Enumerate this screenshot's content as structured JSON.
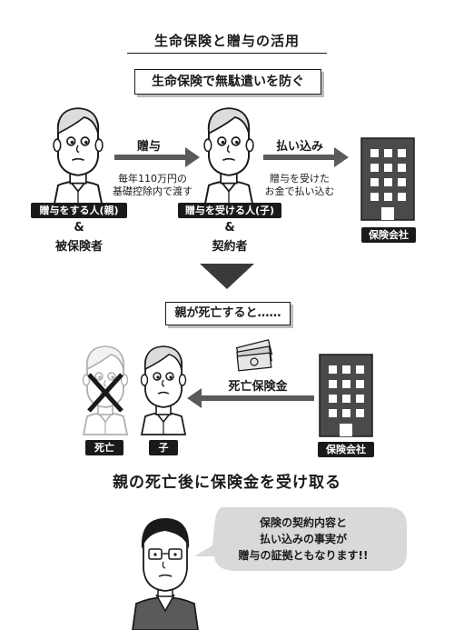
{
  "title": "生命保険と贈与の活用",
  "subtitle": "生命保険で無駄遣いを防ぐ",
  "flow1": {
    "arrow1_label": "贈与",
    "arrow1_note": [
      "毎年110万円の",
      "基礎控除内で渡す"
    ],
    "arrow2_label": "払い込み",
    "arrow2_note": [
      "贈与を受けた",
      "お金で払い込む"
    ],
    "giver_tag": "贈与をする人(親)",
    "giver_role": [
      "&",
      "被保険者"
    ],
    "receiver_tag": "贈与を受ける人(子)",
    "receiver_role": [
      "&",
      "契約者"
    ],
    "company_tag": "保険会社"
  },
  "section2": "親が死亡すると……",
  "flow2": {
    "arrow_label": "死亡保険金",
    "dead_tag": "死亡",
    "child_tag": "子",
    "company_tag": "保険会社"
  },
  "conclusion": "親の死亡後に保険金を受け取る",
  "bubble": [
    "保険の契約内容と",
    "払い込みの事実が",
    "贈与の証拠ともなります!!"
  ],
  "colors": {
    "ink": "#1a1a1a",
    "gray": "#5a5a5a",
    "light": "#d9d9d9",
    "faded": "#b5b5b5"
  }
}
